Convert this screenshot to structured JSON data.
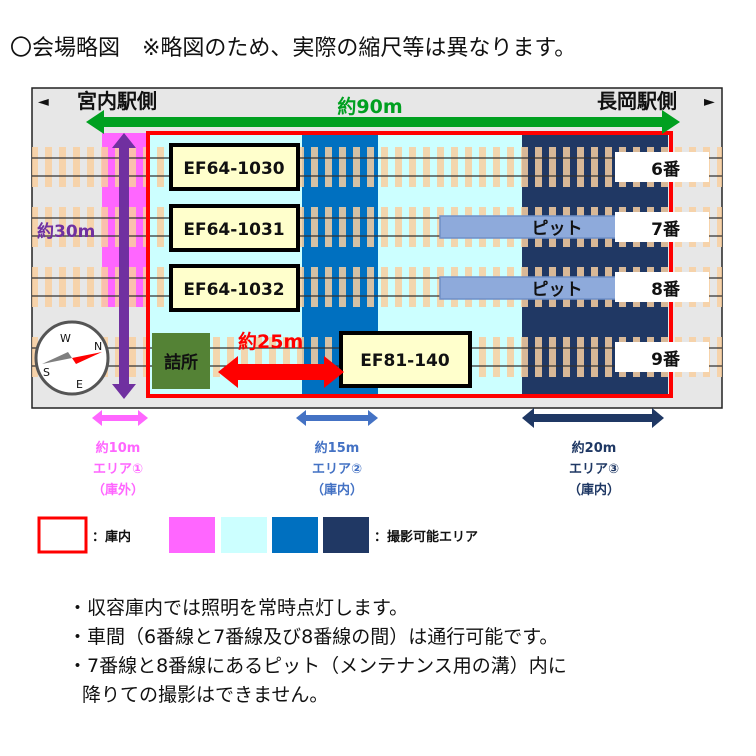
{
  "title": "〇会場略図　※略図のため、実際の縮尺等は異なります。",
  "diagram": {
    "left_side": "宮内駅側",
    "right_side": "長岡駅側",
    "left_arrow": "◄",
    "right_arrow": "►",
    "length_label": "約90m",
    "width_label": "約30m",
    "gap_label": "約25m",
    "office_label": "詰所",
    "locomotives": [
      "EF64-1030",
      "EF64-1031",
      "EF64-1032",
      "EF81-140"
    ],
    "tracks": [
      "6番",
      "7番",
      "8番",
      "9番"
    ],
    "pit_label": "ピット",
    "compass": [
      "N",
      "E",
      "S",
      "W"
    ],
    "areas": [
      {
        "size": "約10m",
        "name": "エリア①",
        "place": "（庫外）",
        "color": "#ff66ff"
      },
      {
        "size": "約15m",
        "name": "エリア②",
        "place": "（庫内）",
        "color": "#4472c4"
      },
      {
        "size": "約20m",
        "name": "エリア③",
        "place": "（庫内）",
        "color": "#1f3864"
      }
    ]
  },
  "legend": {
    "inside_label": "：庫内",
    "shoot_label": "：撮影可能エリア",
    "swatches": [
      "#ff66ff",
      "#ccffff",
      "#0070c0",
      "#203864"
    ]
  },
  "notes": [
    "・収容庫内では照明を常時点灯します。",
    "・車間（6番線と7番線及び8番線の間）は通行可能です。",
    "・7番線と8番線にあるピット（メンテナンス用の溝）内に",
    "降りての撮影はできません。"
  ]
}
